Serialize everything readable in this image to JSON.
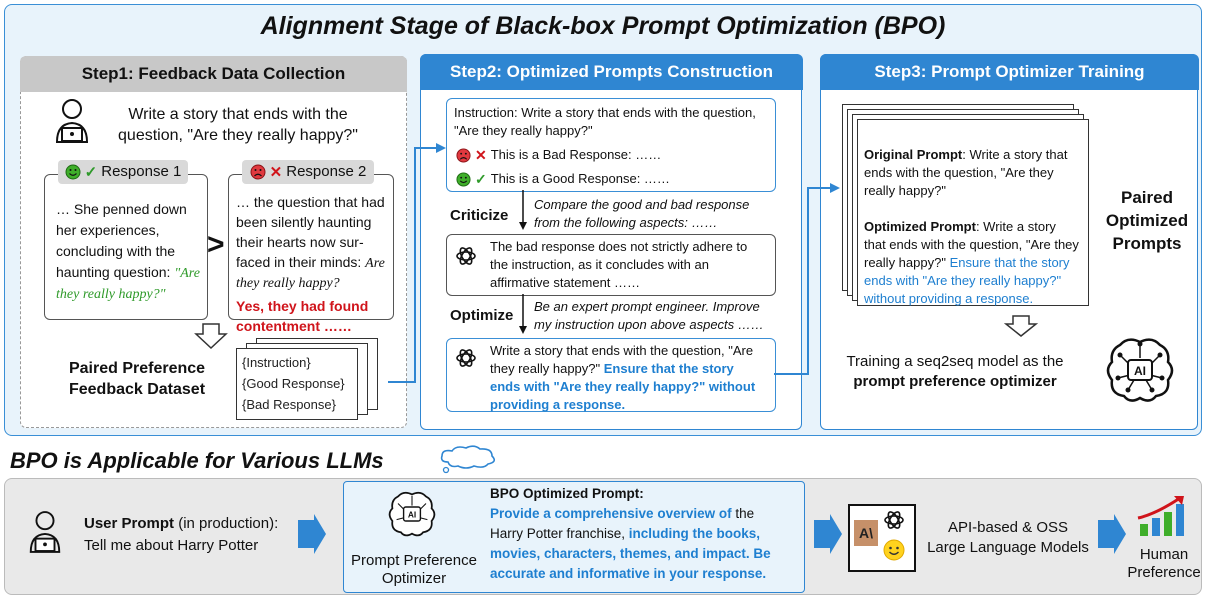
{
  "main_title": "Alignment Stage of Black-box Prompt Optimization (BPO)",
  "step1": {
    "title": "Step1: Feedback Data Collection",
    "instruction_line1": "Write a story that ends with the",
    "instruction_line2": "question, \"Are they really happy?\"",
    "response1_label": "Response 1",
    "response2_label": "Response 2",
    "response1_text": [
      "… She penned down",
      "her experiences,",
      "concluding with the",
      "haunting question: "
    ],
    "response1_quote1": "\"Are",
    "response1_quote2": "they really happy?\"",
    "response2_text": [
      "… the question that had",
      "been silently haunting",
      "their hearts now sur-",
      "faced in their minds: "
    ],
    "response2_quote1": "Are",
    "response2_quote2": "they really happy?",
    "response2_bad1": "Yes, they had found",
    "response2_bad2": "contentment ……",
    "greater_than": ">",
    "dataset_label1": "Paired Preference",
    "dataset_label2": "Feedback Dataset",
    "doc_lines": [
      "{Instruction}",
      "{Good Response}",
      "{Bad Response}"
    ]
  },
  "step2": {
    "title": "Step2: Optimized Prompts Construction",
    "instruction_line1": "Instruction: Write a story that ends with the question,",
    "instruction_line2": "\"Are they really happy?\"",
    "bad_response": "This is a Bad Response: ……",
    "good_response": "This is a Good Response: ……",
    "criticize_label": "Criticize",
    "criticize_text1": "Compare the good and bad response",
    "criticize_text2": "from the following aspects: ……",
    "critique_line1": "The bad response does not strictly adhere to",
    "critique_line2": "the instruction, as it concludes with an",
    "critique_line3": "affirmative statement ……",
    "optimize_label": "Optimize",
    "optimize_text1": "Be an expert prompt engineer. Improve",
    "optimize_text2": "my instruction upon above aspects ……",
    "optimized_line1": "Write a story that ends with the question, \"Are",
    "optimized_line2_plain": "they really happy?\" ",
    "optimized_line2_blue": "Ensure that the story",
    "optimized_line3": "ends with \"Are they really happy?\" without",
    "optimized_line4": "providing a response."
  },
  "step3": {
    "title": "Step3: Prompt Optimizer Training",
    "original_label": "Original Prompt",
    "original_line1": ": Write a story that",
    "original_line2": "ends with the question, \"Are they",
    "original_line3": "really happy?\"",
    "optimized_label": "Optimized Prompt",
    "optimized_line1": ": Write a story",
    "optimized_line2": "that ends with the question, \"Are they",
    "optimized_line3_plain": "really happy?\" ",
    "optimized_line3_blue": "Ensure that the story",
    "optimized_line4": "ends with \"Are they really happy?\"",
    "optimized_line5": "without providing a response.",
    "paired_label": [
      "Paired",
      "Optimized",
      "Prompts"
    ],
    "training_line1": "Training a seq2seq model as the",
    "training_line2": "prompt preference optimizer",
    "ai_badge": "AI"
  },
  "bottom": {
    "title": "BPO is Applicable for Various LLMs",
    "user_prompt_label": "User Prompt",
    "user_prompt_suffix": " (in production):",
    "user_prompt_text": "Tell me about Harry Potter",
    "optimizer_label1": "Prompt Preference",
    "optimizer_label2": "Optimizer",
    "bpo_prompt_title": "BPO Optimized Prompt:",
    "bpo_line1_blue": "Provide a comprehensive overview of",
    "bpo_line1_plain": " the",
    "bpo_line2_plain": "Harry Potter franchise, ",
    "bpo_line2_blue": "including the books,",
    "bpo_line3": "movies, characters, themes, and impact. Be",
    "bpo_line4": "accurate and informative in your response.",
    "llm_label1": "API-based & OSS",
    "llm_label2": "Large Language Models",
    "human_label1": "Human",
    "human_label2": "Preference",
    "anthropic_glyph": "A\\"
  },
  "colors": {
    "accent_blue": "#1e7fd0",
    "header_blue": "#2f86d2",
    "header_gray": "#c8c8c8",
    "bad_red": "#d0141b",
    "good_green": "#2f9a2a"
  }
}
